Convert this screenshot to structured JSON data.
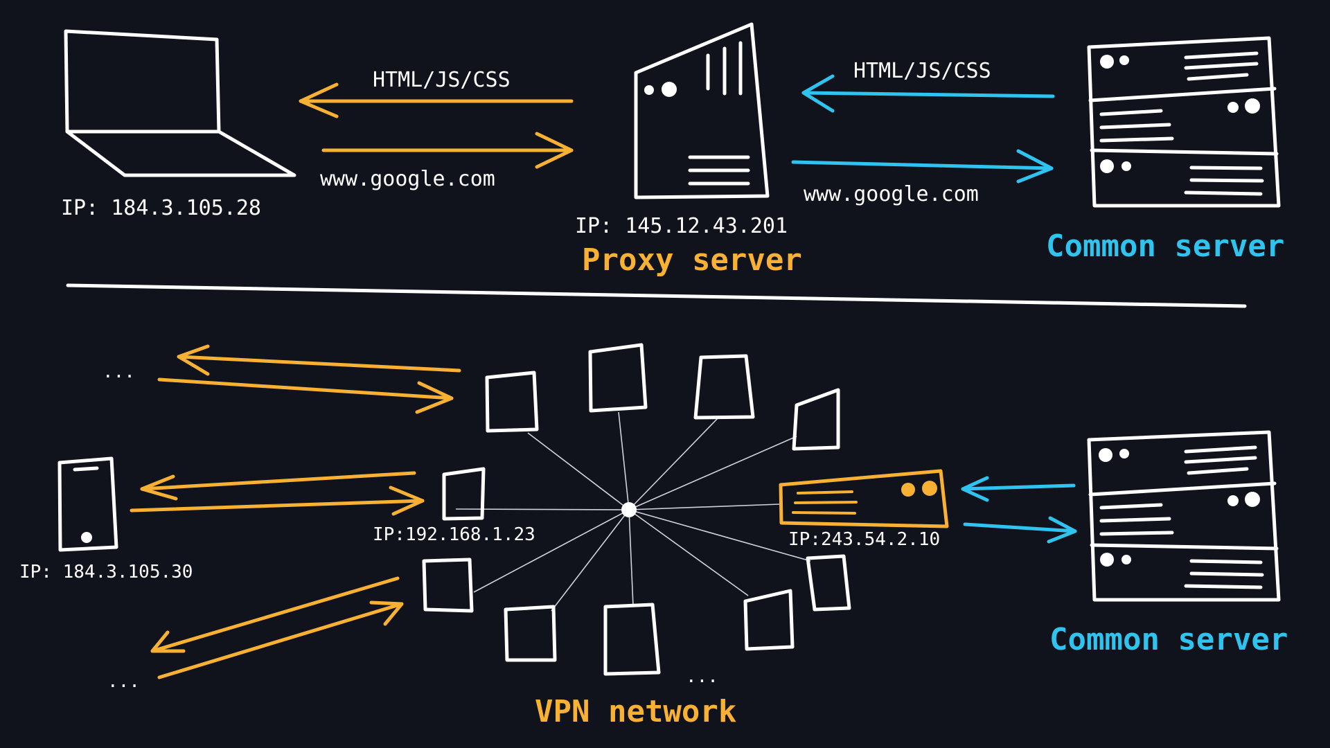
{
  "colors": {
    "background": "#10131b",
    "orange": "#f8b133",
    "cyan": "#2ec4ef",
    "white": "#ffffff"
  },
  "top": {
    "laptop_ip": "IP: 184.3.105.28",
    "left_response": "HTML/JS/CSS",
    "left_request": "www.google.com",
    "proxy_ip": "IP: 145.12.43.201",
    "proxy_label": "Proxy server",
    "right_response": "HTML/JS/CSS",
    "right_request": "www.google.com",
    "server_label": "Common server"
  },
  "bottom": {
    "dots_top": "...",
    "dots_bottom": "...",
    "dots_center": "...",
    "phone_ip": "IP: 184.3.105.30",
    "entry_node_ip": "IP:192.168.1.23",
    "exit_node_ip": "IP:243.54.2.10",
    "network_label": "VPN network",
    "server_label": "Common server"
  },
  "icons": [
    "laptop-icon",
    "proxy-server-icon",
    "server-rack-icon",
    "phone-icon",
    "vpn-node-icon",
    "exit-server-icon"
  ]
}
